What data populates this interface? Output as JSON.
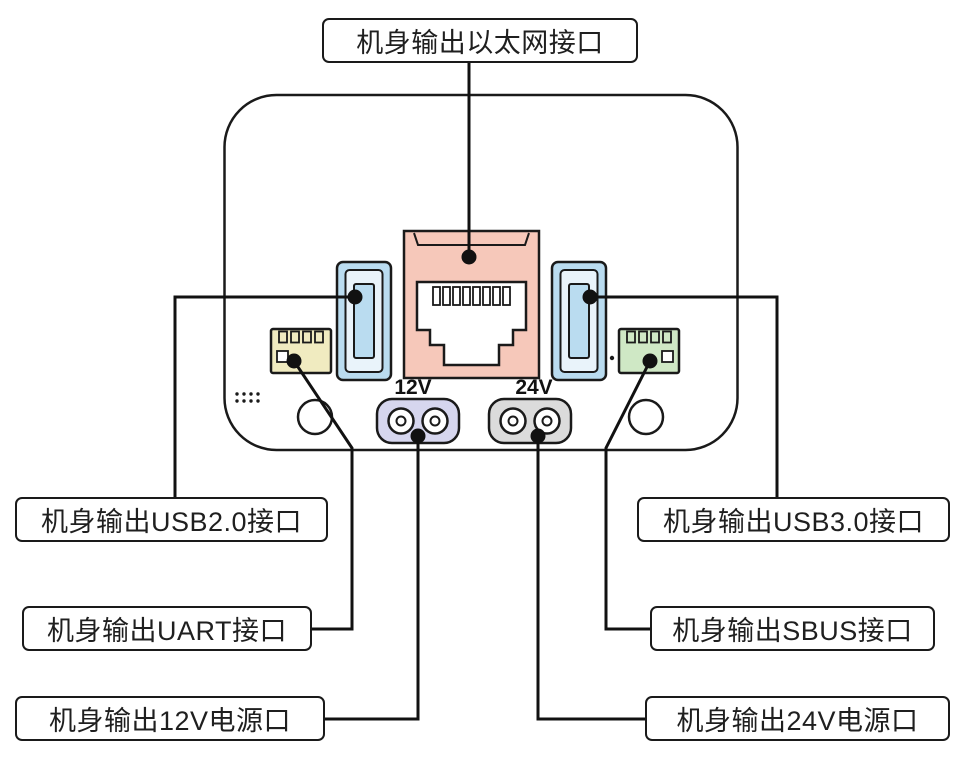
{
  "labels": {
    "ethernet": "机身输出以太网接口",
    "usb2": "机身输出USB2.0接口",
    "usb3": "机身输出USB3.0接口",
    "uart": "机身输出UART接口",
    "sbus": "机身输出SBUS接口",
    "power12v": "机身输出12V电源口",
    "power24v": "机身输出24V电源口"
  },
  "port_markings": {
    "v12": "12V",
    "v24": "24V"
  },
  "colors": {
    "ethernet_fill": "#f6c8ba",
    "usb_fill": "#badcf0",
    "usb_inner_fill": "#e9f3fa",
    "uart_fill": "#f0ebc0",
    "sbus_fill": "#cfe8c5",
    "power12v_fill": "#d6d6ee",
    "power24v_fill": "#dbdbdb",
    "line_color": "#111111"
  }
}
